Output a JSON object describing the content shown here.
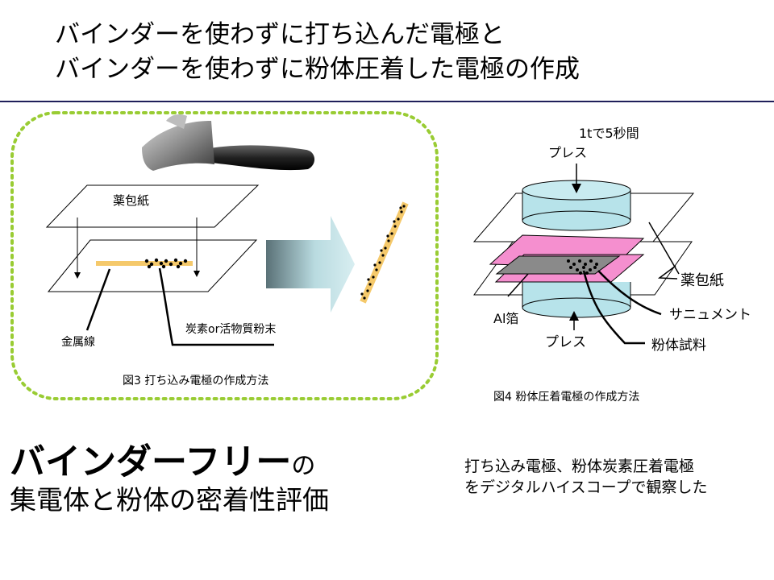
{
  "slide": {
    "title_lines": [
      "バインダーを使わずに打ち込んだ電極と",
      "バインダーを使わずに粉体圧着した電極の作成"
    ]
  },
  "left_figure": {
    "paper_label": "薬包紙",
    "metal_wire_label": "金属線",
    "powder_label": "炭素or活物質粉末",
    "caption": "図3  打ち込み電極の作成方法"
  },
  "right_figure": {
    "press_condition": "1tで5秒間",
    "press_top_label": "プレス",
    "paper_label": "薬包紙",
    "al_foil_label": "Al箔",
    "sanimento_label": "サニュメント",
    "press_bottom_label": "プレス",
    "powder_sample_label": "粉体試料",
    "caption": "図4  粉体圧着電極の作成方法"
  },
  "bottom": {
    "heading_big": "バインダーフリー",
    "heading_small": "の",
    "heading_line2": "集電体と粉体の密着性評価",
    "note_lines": [
      "打ち込み電極、粉体炭素圧着電極",
      "をデジタルハイスコープで観察した"
    ]
  },
  "colors": {
    "rule": "#1f1f5a",
    "dotted_border": "#99cc33",
    "wire": "#f5c96b",
    "press": "#b7e3ea",
    "pink_foil": "#f58fcf",
    "gray_sheet": "#8a8a8a"
  }
}
